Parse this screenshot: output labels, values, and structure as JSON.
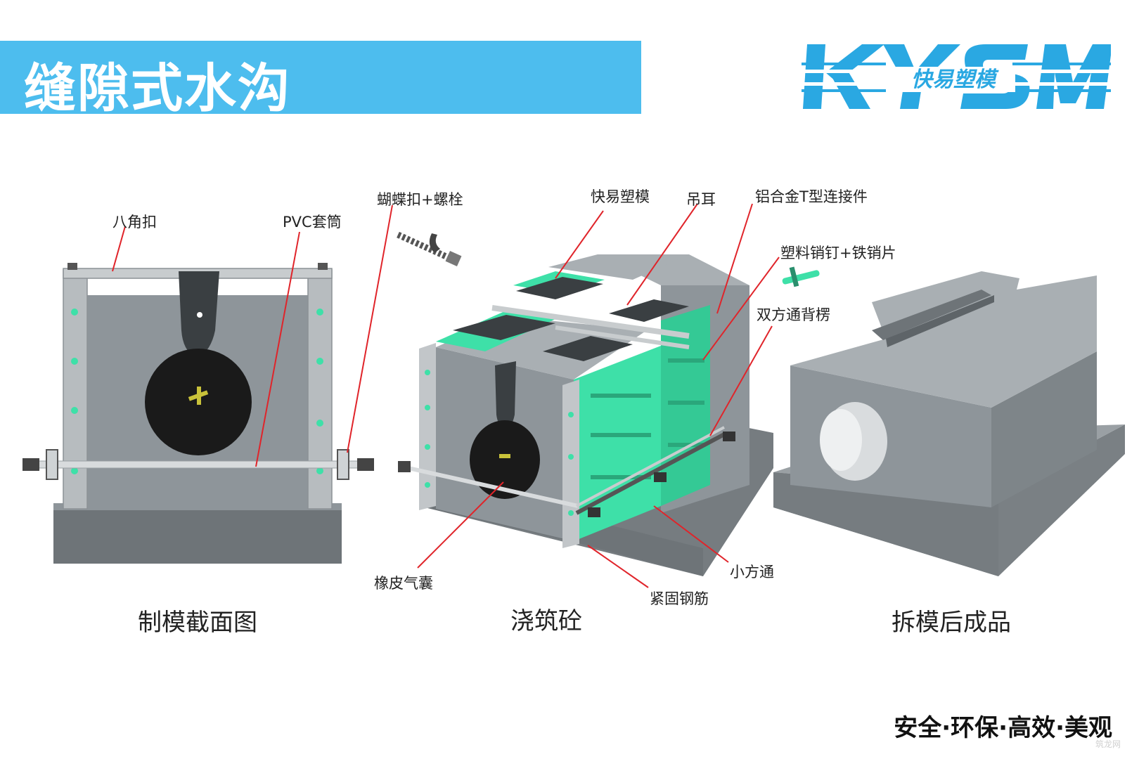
{
  "header": {
    "title": "缝隙式水沟",
    "logo_letters": "KYSM",
    "logo_subtitle": "快易塑模",
    "logo_color": "#2aa8e2",
    "banner_color": "#4dbdee"
  },
  "labels": {
    "octagon_clip": "八角扣",
    "pvc_sleeve": "PVC套筒",
    "butterfly_bolt": "蝴蝶扣+螺栓",
    "kysm_mold": "快易塑模",
    "lifting_lug": "吊耳",
    "aluminum_t": "铝合金T型连接件",
    "plastic_pin": "塑料销钉+铁销片",
    "double_square_beam": "双方通背楞",
    "rubber_airbag": "橡皮气囊",
    "small_square_tube": "小方通",
    "fastening_rebar": "紧固钢筋"
  },
  "captions": {
    "section_view": "制模截面图",
    "pouring": "浇筑砼",
    "finished": "拆模后成品"
  },
  "footer": {
    "slogan": "安全·环保·高效·美观",
    "watermark": "筑龙网"
  },
  "colors": {
    "concrete": "#8e959a",
    "concrete_light": "#a9afb3",
    "concrete_dark": "#6e7478",
    "mold_green": "#3ee0a8",
    "leader_red": "#e0242a",
    "steel": "#c8ccce",
    "rubber": "#1a1a1a"
  }
}
